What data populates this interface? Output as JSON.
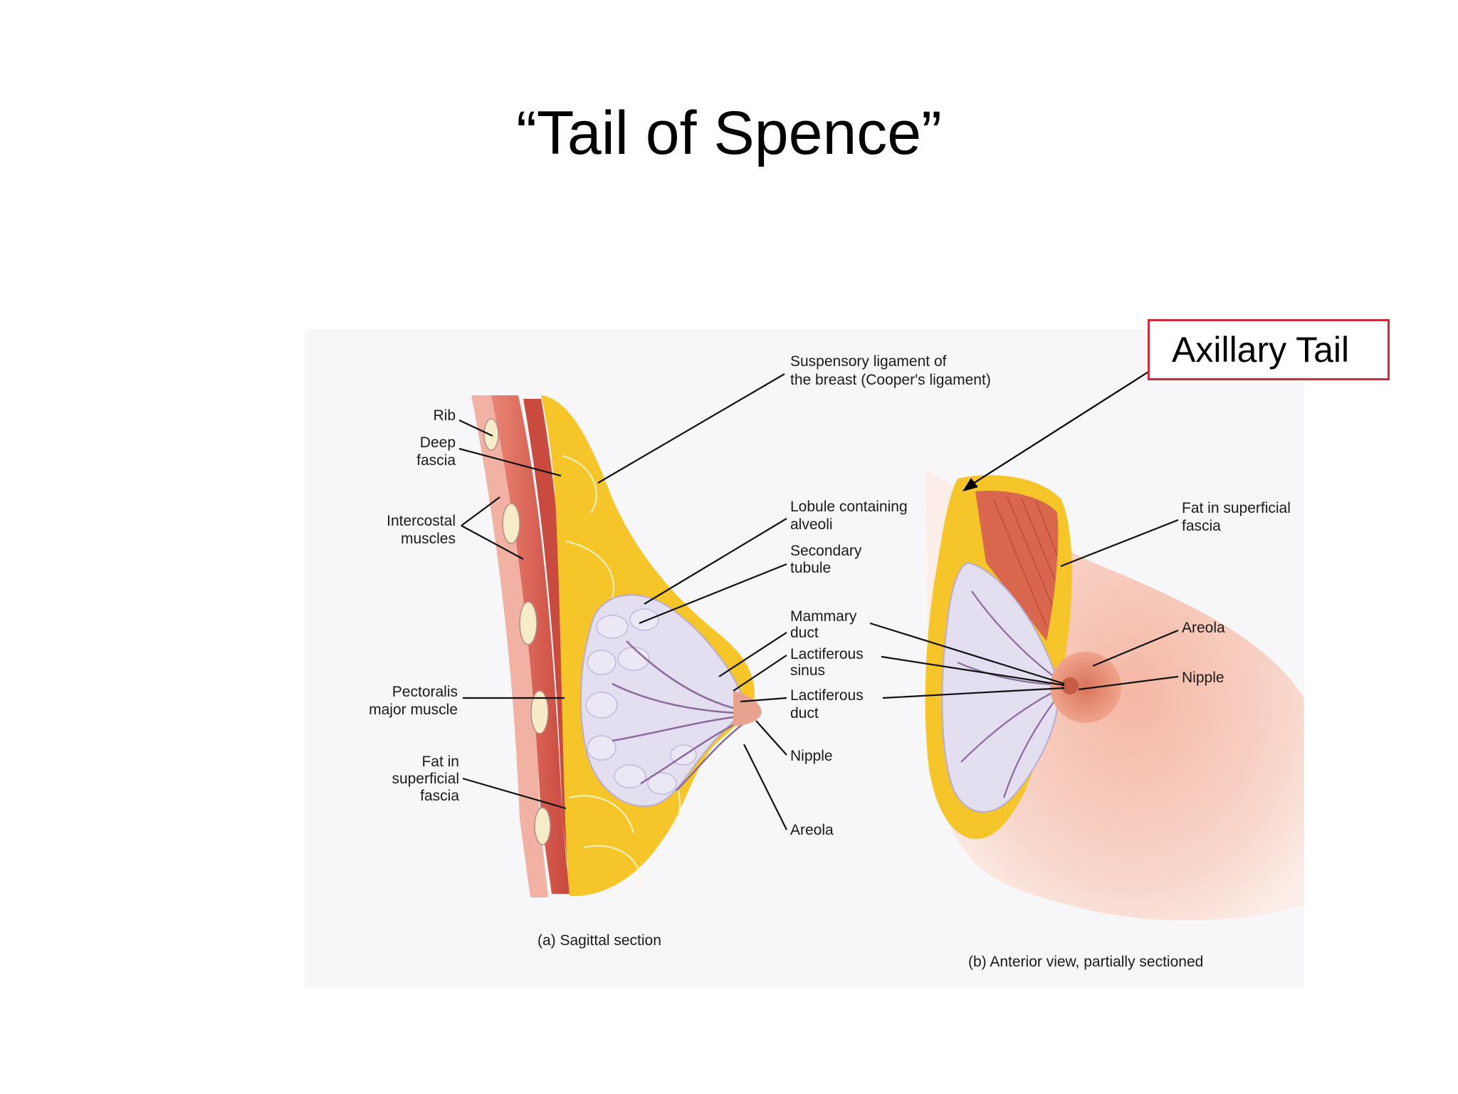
{
  "slide": {
    "title": "“Tail of Spence”"
  },
  "callout": {
    "label": "Axillary Tail"
  },
  "figure_a": {
    "caption": "(a)  Sagittal section",
    "labels": {
      "rib": "Rib",
      "deep_fascia_1": "Deep",
      "deep_fascia_2": "fascia",
      "intercostal_1": "Intercostal",
      "intercostal_2": "muscles",
      "pectoralis_1": "Pectoralis",
      "pectoralis_2": "major muscle",
      "fat_1": "Fat in",
      "fat_2": "superficial",
      "fat_3": "fascia",
      "suspensory_1": "Suspensory ligament of",
      "suspensory_2": "the breast (Cooper's ligament)",
      "lobule_1": "Lobule containing",
      "lobule_2": "alveoli",
      "secondary_1": "Secondary",
      "secondary_2": "tubule",
      "mammary_1": "Mammary",
      "mammary_2": "duct",
      "lact_sinus_1": "Lactiferous",
      "lact_sinus_2": "sinus",
      "lact_duct_1": "Lactiferous",
      "lact_duct_2": "duct",
      "nipple": "Nipple",
      "areola": "Areola"
    }
  },
  "figure_b": {
    "caption": "(b)  Anterior view, partially sectioned",
    "labels": {
      "fat_1": "Fat in superficial",
      "fat_2": "fascia",
      "areola": "Areola",
      "nipple": "Nipple"
    }
  },
  "colors": {
    "callout_border": "#d02a3a",
    "fat_yellow": "#f5c52a",
    "muscle_red": "#d9574a",
    "skin_pink": "#f3c1b4",
    "gland_lavender": "#e3def0"
  }
}
